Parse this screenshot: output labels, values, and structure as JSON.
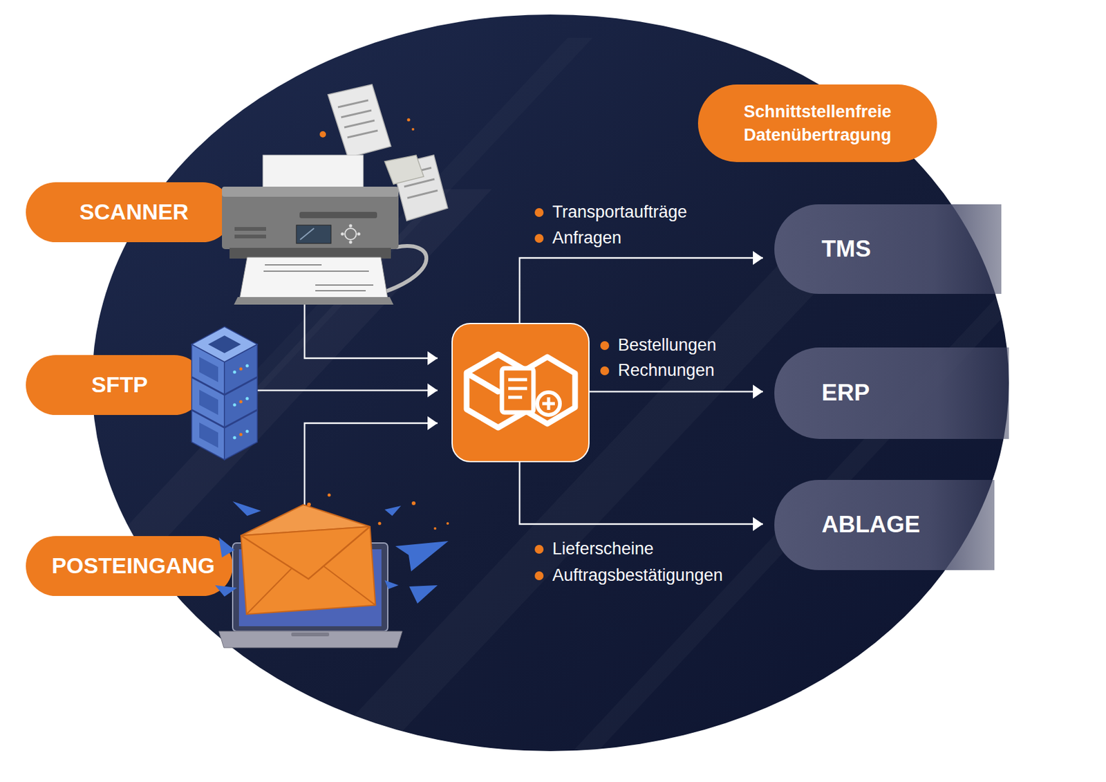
{
  "diagram": {
    "nodes": [
      {
        "text": [
          "Schnittstellenfreie Datenübertragung"
        ]
      },
      {
        "text": [
          "SCANNER"
        ]
      },
      {
        "text": [
          "SFTP"
        ]
      },
      {
        "text": [
          "POSTEINGANG"
        ]
      },
      {
        "text": []
      },
      {
        "text": [
          "TMS"
        ]
      },
      {
        "text": [
          "ERP"
        ]
      },
      {
        "text": [
          "ABLAGE"
        ]
      }
    ],
    "edges": [
      {
        "from": 1,
        "to": 4,
        "arrow": "to"
      },
      {
        "from": 2,
        "to": 4,
        "arrow": "to"
      },
      {
        "from": 3,
        "to": 4,
        "arrow": "to"
      },
      {
        "from": 4,
        "to": 5,
        "arrow": "to"
      },
      {
        "from": 4,
        "to": 6,
        "arrow": "to"
      },
      {
        "from": 4,
        "to": 7,
        "arrow": "to"
      }
    ],
    "labels": [
      "Transportaufträge",
      "Anfragen",
      "Bestellungen",
      "Rechnungen",
      "Lieferscheine",
      "Auftragsbestätigungen"
    ]
  }
}
